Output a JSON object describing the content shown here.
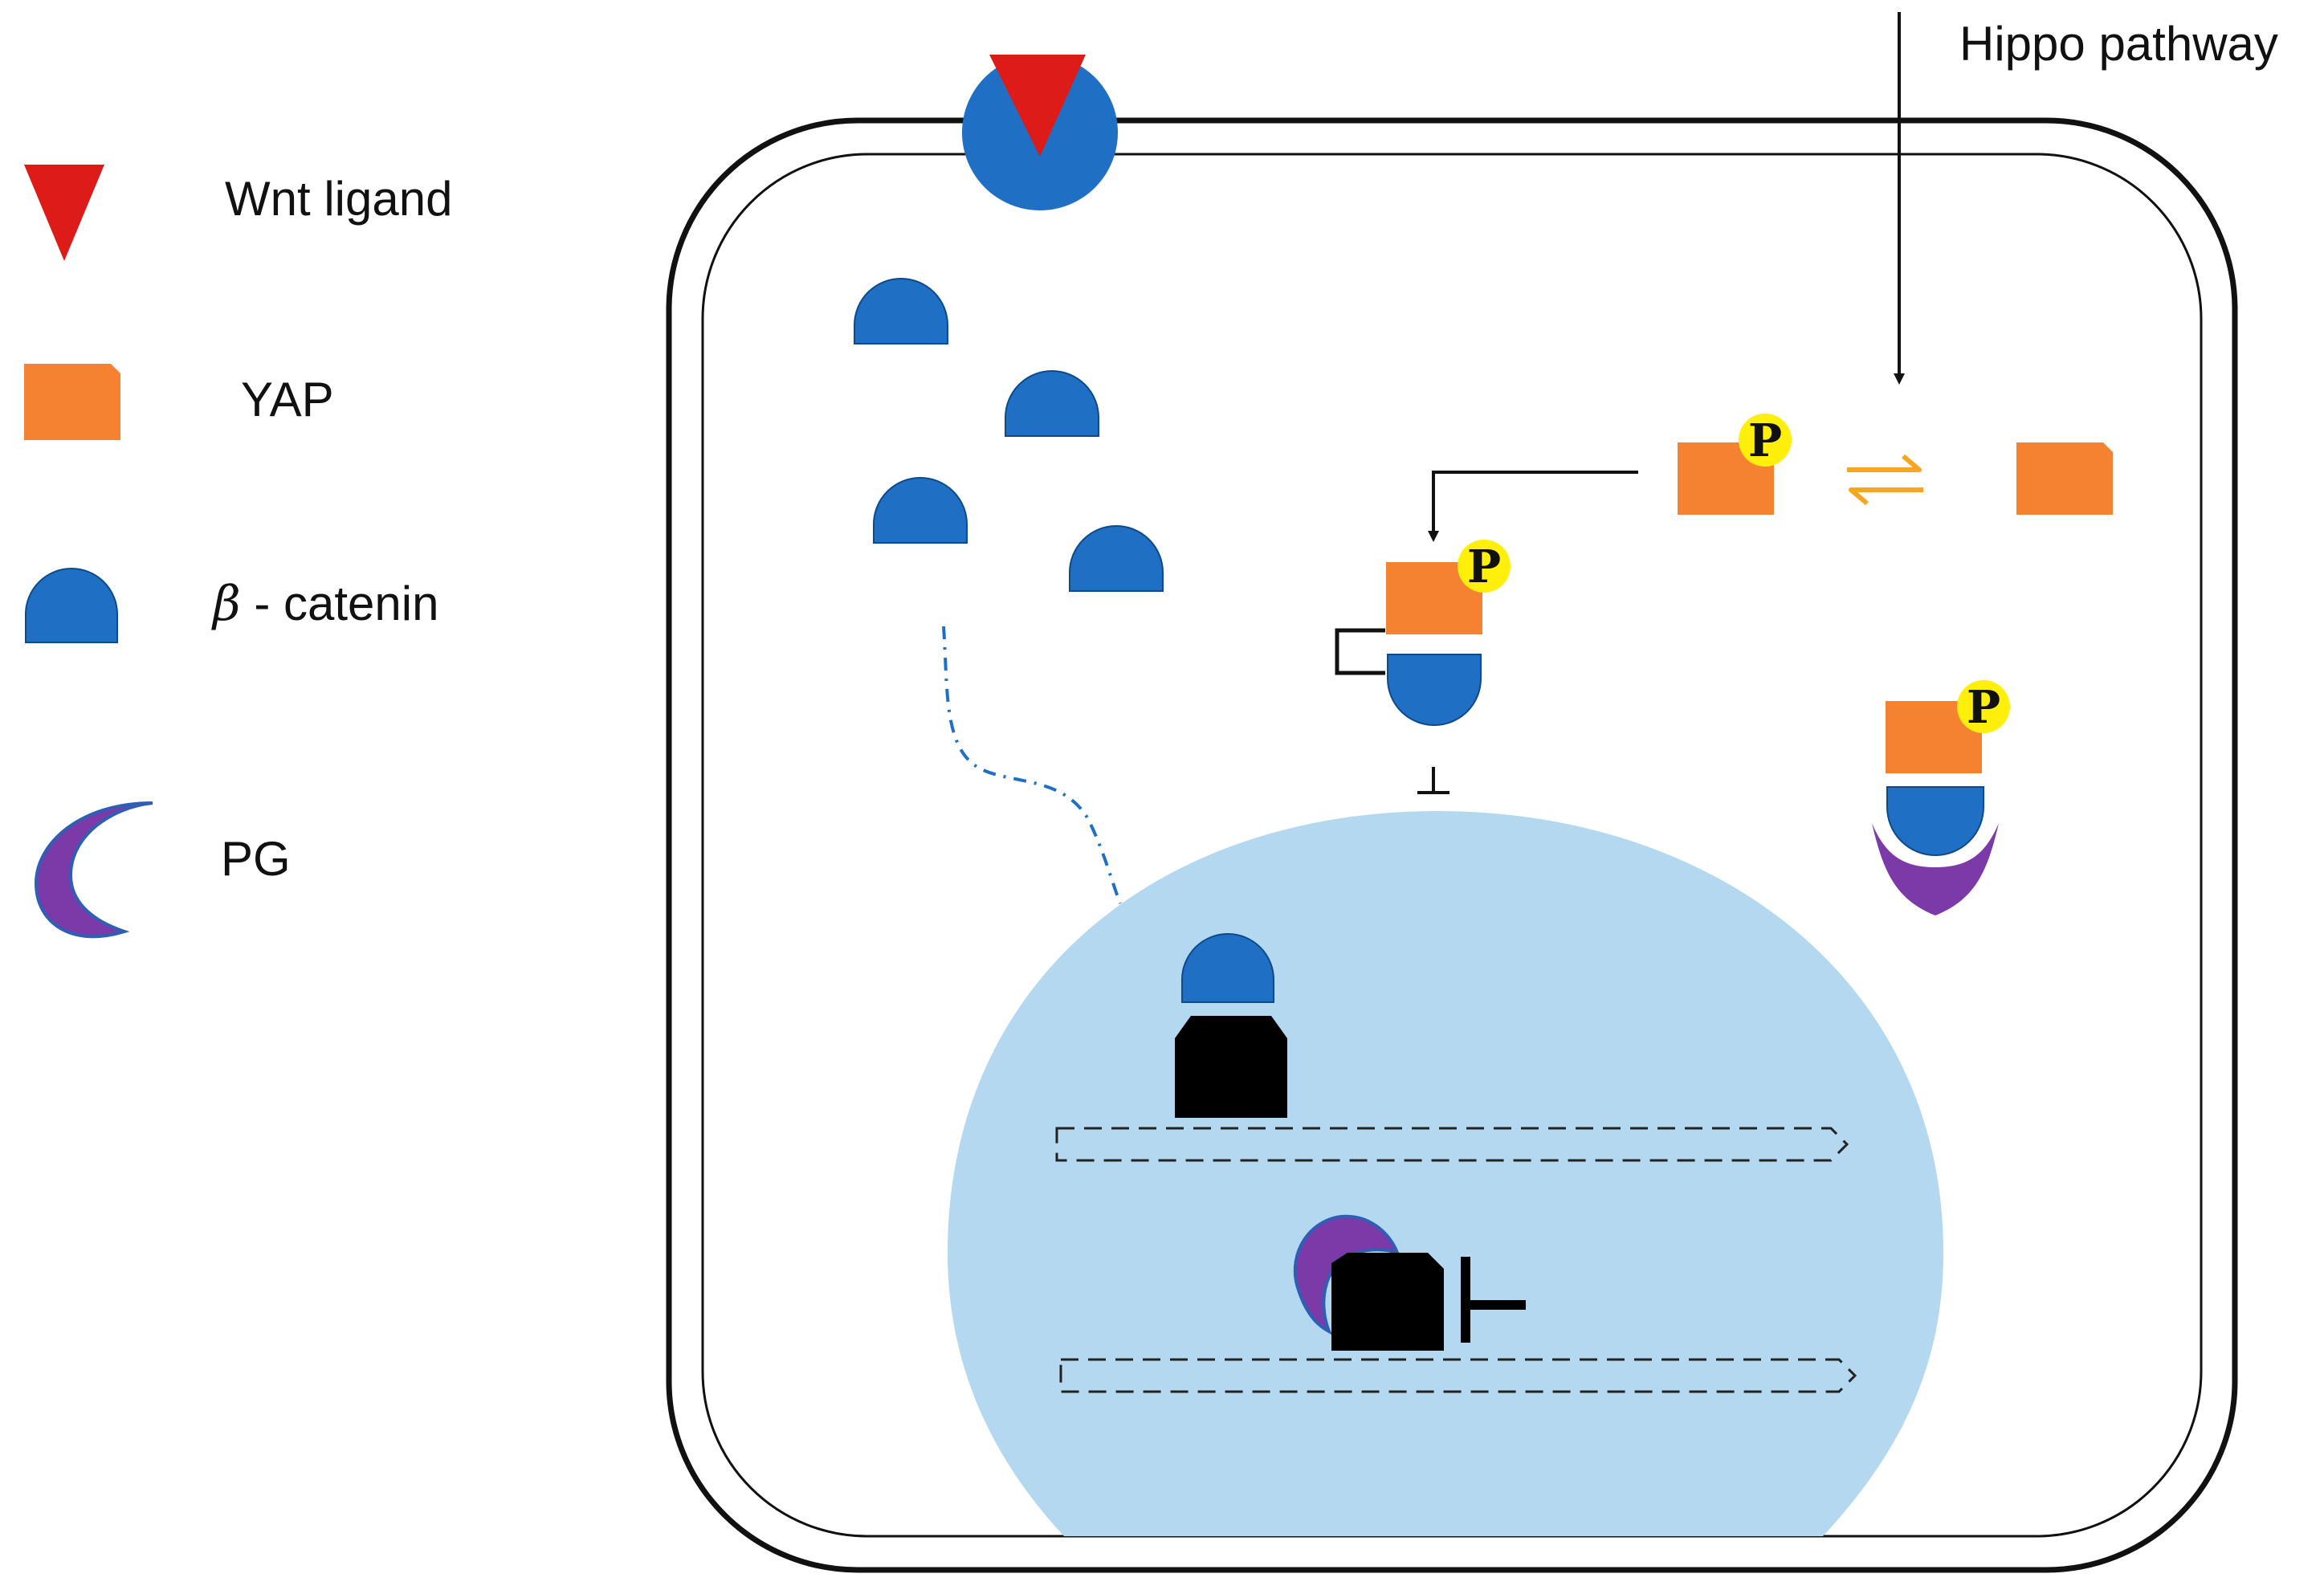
{
  "legend": {
    "wnt_label": "Wnt ligand",
    "yap_label": "YAP",
    "beta_label_symbol": "β",
    "beta_label_rest": " - catenin",
    "pg_label": "PG"
  },
  "pathway": {
    "hippo_label": "Hippo pathway"
  },
  "phospho": {
    "label": "P"
  },
  "colors": {
    "wnt_red": "#dd1c1a",
    "yap_orange": "#f58231",
    "beta_blue": "#1f6fc4",
    "pg_purple": "#7b3aa8",
    "pg_edge": "#3a5ea8",
    "phospho_yellow": "#ffef0a",
    "nucleus_lightblue": "#b3d8ef",
    "equilibrium_arrow": "#f5a623",
    "outline_black": "#111111"
  },
  "icons": [
    "wnt-ligand-icon",
    "yap-icon",
    "beta-catenin-icon",
    "pg-icon",
    "phospho-icon",
    "transcription-factor-icon",
    "dna-strand-icon",
    "inhibition-icon",
    "equilibrium-arrow-icon"
  ]
}
